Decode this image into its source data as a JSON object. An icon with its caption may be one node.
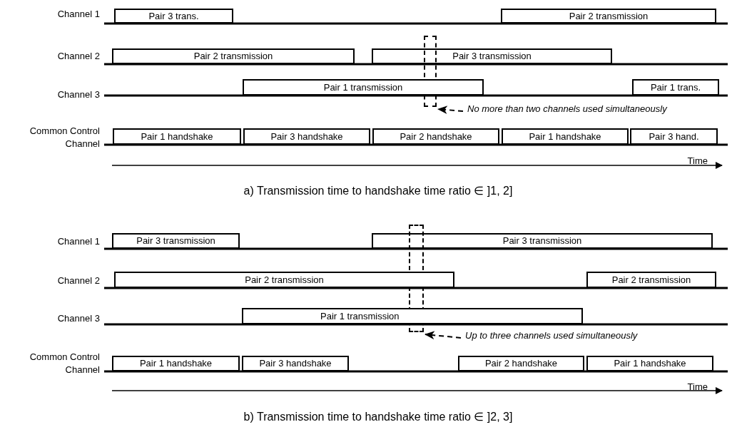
{
  "diagram": {
    "nodes": [
      {
        "text": [
          "Pair 3 trans."
        ]
      },
      {
        "text": [
          "Pair 2 transmission"
        ]
      },
      {
        "text": [
          "Pair 2 transmission"
        ]
      },
      {
        "text": [
          "Pair 3 transmission"
        ]
      },
      {
        "text": [],
        "shape": "box"
      },
      {
        "text": [
          "Pair 1 transmission"
        ]
      },
      {
        "text": [
          "Pair 1 trans."
        ]
      },
      {
        "text": [
          "No more than two channels used simultaneously"
        ]
      },
      {
        "text": [
          "Pair 1 handshake"
        ]
      },
      {
        "text": [
          "Pair 3 handshake"
        ]
      },
      {
        "text": [
          "Pair 2 handshake"
        ]
      },
      {
        "text": [
          "Pair 1 handshake"
        ]
      },
      {
        "text": [
          "Pair 3 hand."
        ]
      },
      {
        "text": [
          "Pair 3 transmission"
        ]
      },
      {
        "text": [
          "Pair 3 transmission"
        ]
      },
      {
        "text": [],
        "shape": "box"
      },
      {
        "text": [
          "Pair 2 transmission"
        ]
      },
      {
        "text": [
          "Pair 2 transmission"
        ]
      },
      {
        "text": [
          "Pair 1 transmission"
        ]
      },
      {
        "text": [
          "Up to three channels used simultaneously"
        ]
      },
      {
        "text": [
          "Pair 1 handshake"
        ]
      },
      {
        "text": [
          "Pair 3 handshake"
        ]
      },
      {
        "text": [
          "Pair 2 handshake"
        ]
      },
      {
        "text": [
          "Pair 1 handshake"
        ]
      }
    ],
    "edges": [
      {
        "from": 7,
        "to": 4,
        "arrow": "to",
        "style": "dashed"
      },
      {
        "from": 19,
        "to": 15,
        "arrow": "to",
        "style": "dashed"
      }
    ],
    "labels": [
      "Channel 1",
      "Channel 2",
      "Channel 3",
      "Common Control Channel",
      "Time",
      "a) Transmission time to handshake time ratio ∈ ]1, 2]",
      "Channel 1",
      "Channel 2",
      "Channel 3",
      "Common Control Channel",
      "Time",
      "b) Transmission time to handshake time ratio ∈ ]2, 3]"
    ]
  }
}
